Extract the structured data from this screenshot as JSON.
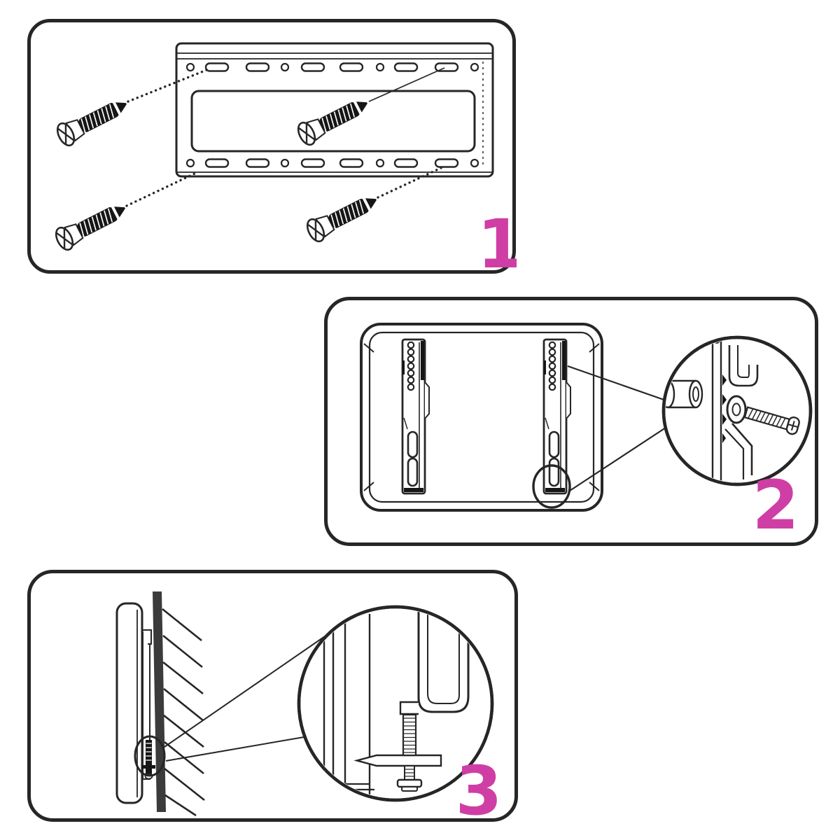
{
  "colors": {
    "accent": "#cf3ea4",
    "line": "#262626",
    "paper": "#ffffff"
  },
  "steps": [
    {
      "number": "1",
      "illustration": "wall-plate-with-four-countersunk-mounting-screws"
    },
    {
      "number": "2",
      "illustration": "tv-back-panel-with-two-vertical-brackets-spacer-washer-and-screw-detail"
    },
    {
      "number": "3",
      "illustration": "side-view-tv-hung-on-wall-with-locking-screw-detail"
    }
  ]
}
